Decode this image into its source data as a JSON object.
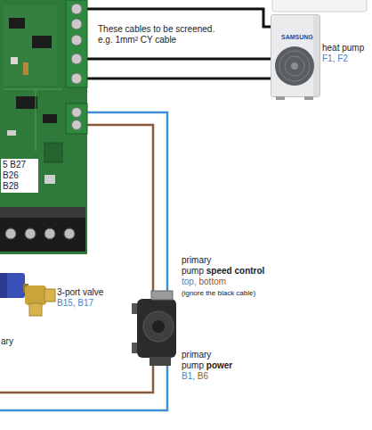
{
  "diagram": {
    "nodes": [
      {
        "text": [
          "5 B27 B26 B28"
        ]
      },
      {
        "text": [
          "heat pump",
          "F1, F2"
        ]
      },
      {
        "text": [
          "3-port valve",
          "B15, B17"
        ]
      },
      {
        "text": [
          "primary",
          "pump",
          "speed control",
          "top,",
          "bottom",
          "(ignore the black cable)",
          "primary",
          "pump",
          "power",
          "B1,",
          "B6"
        ]
      }
    ],
    "edges": [
      {
        "from": 0,
        "to": 1,
        "arrow": "none"
      },
      {
        "from": 0,
        "to": 1,
        "arrow": "none"
      },
      {
        "from": 0,
        "to": 1,
        "arrow": "none"
      },
      {
        "from": 0,
        "to": 3,
        "arrow": "none"
      },
      {
        "from": 0,
        "to": 3,
        "arrow": "none"
      }
    ],
    "labels": [
      "These cables to be screened. e.g. 1mm² CY cable",
      "SAMSUNG",
      "ary"
    ]
  }
}
